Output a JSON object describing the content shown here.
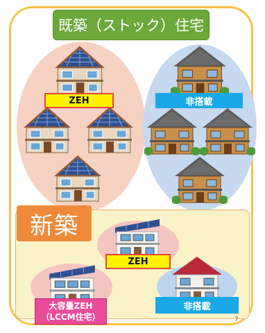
{
  "title": "既築（ストック）住宅",
  "new_label": "新築",
  "badges": {
    "zeh_existing": "ZEH",
    "non_equipped_existing": "非搭載",
    "zeh_new": "ZEH",
    "non_equipped_new": "非搭載",
    "large_zeh_line1": "大容量ZEH",
    "large_zeh_line2": "（LCCM住宅）"
  },
  "page_number": "7",
  "colors": {
    "title_bg": "#6ca83a",
    "frame": "#f6c244",
    "zeh_badge": "#fff200",
    "zeh_border": "#e8473c",
    "non_equipped_badge": "#1aa9e6",
    "large_zeh_badge": "#ea4c9a",
    "new_label_bg": "#ef8a3a",
    "solar_panel": "#2f4f8f"
  },
  "icons": {
    "solar_house": "house-with-solar-panels-icon",
    "plain_house": "house-without-solar-panels-icon"
  }
}
